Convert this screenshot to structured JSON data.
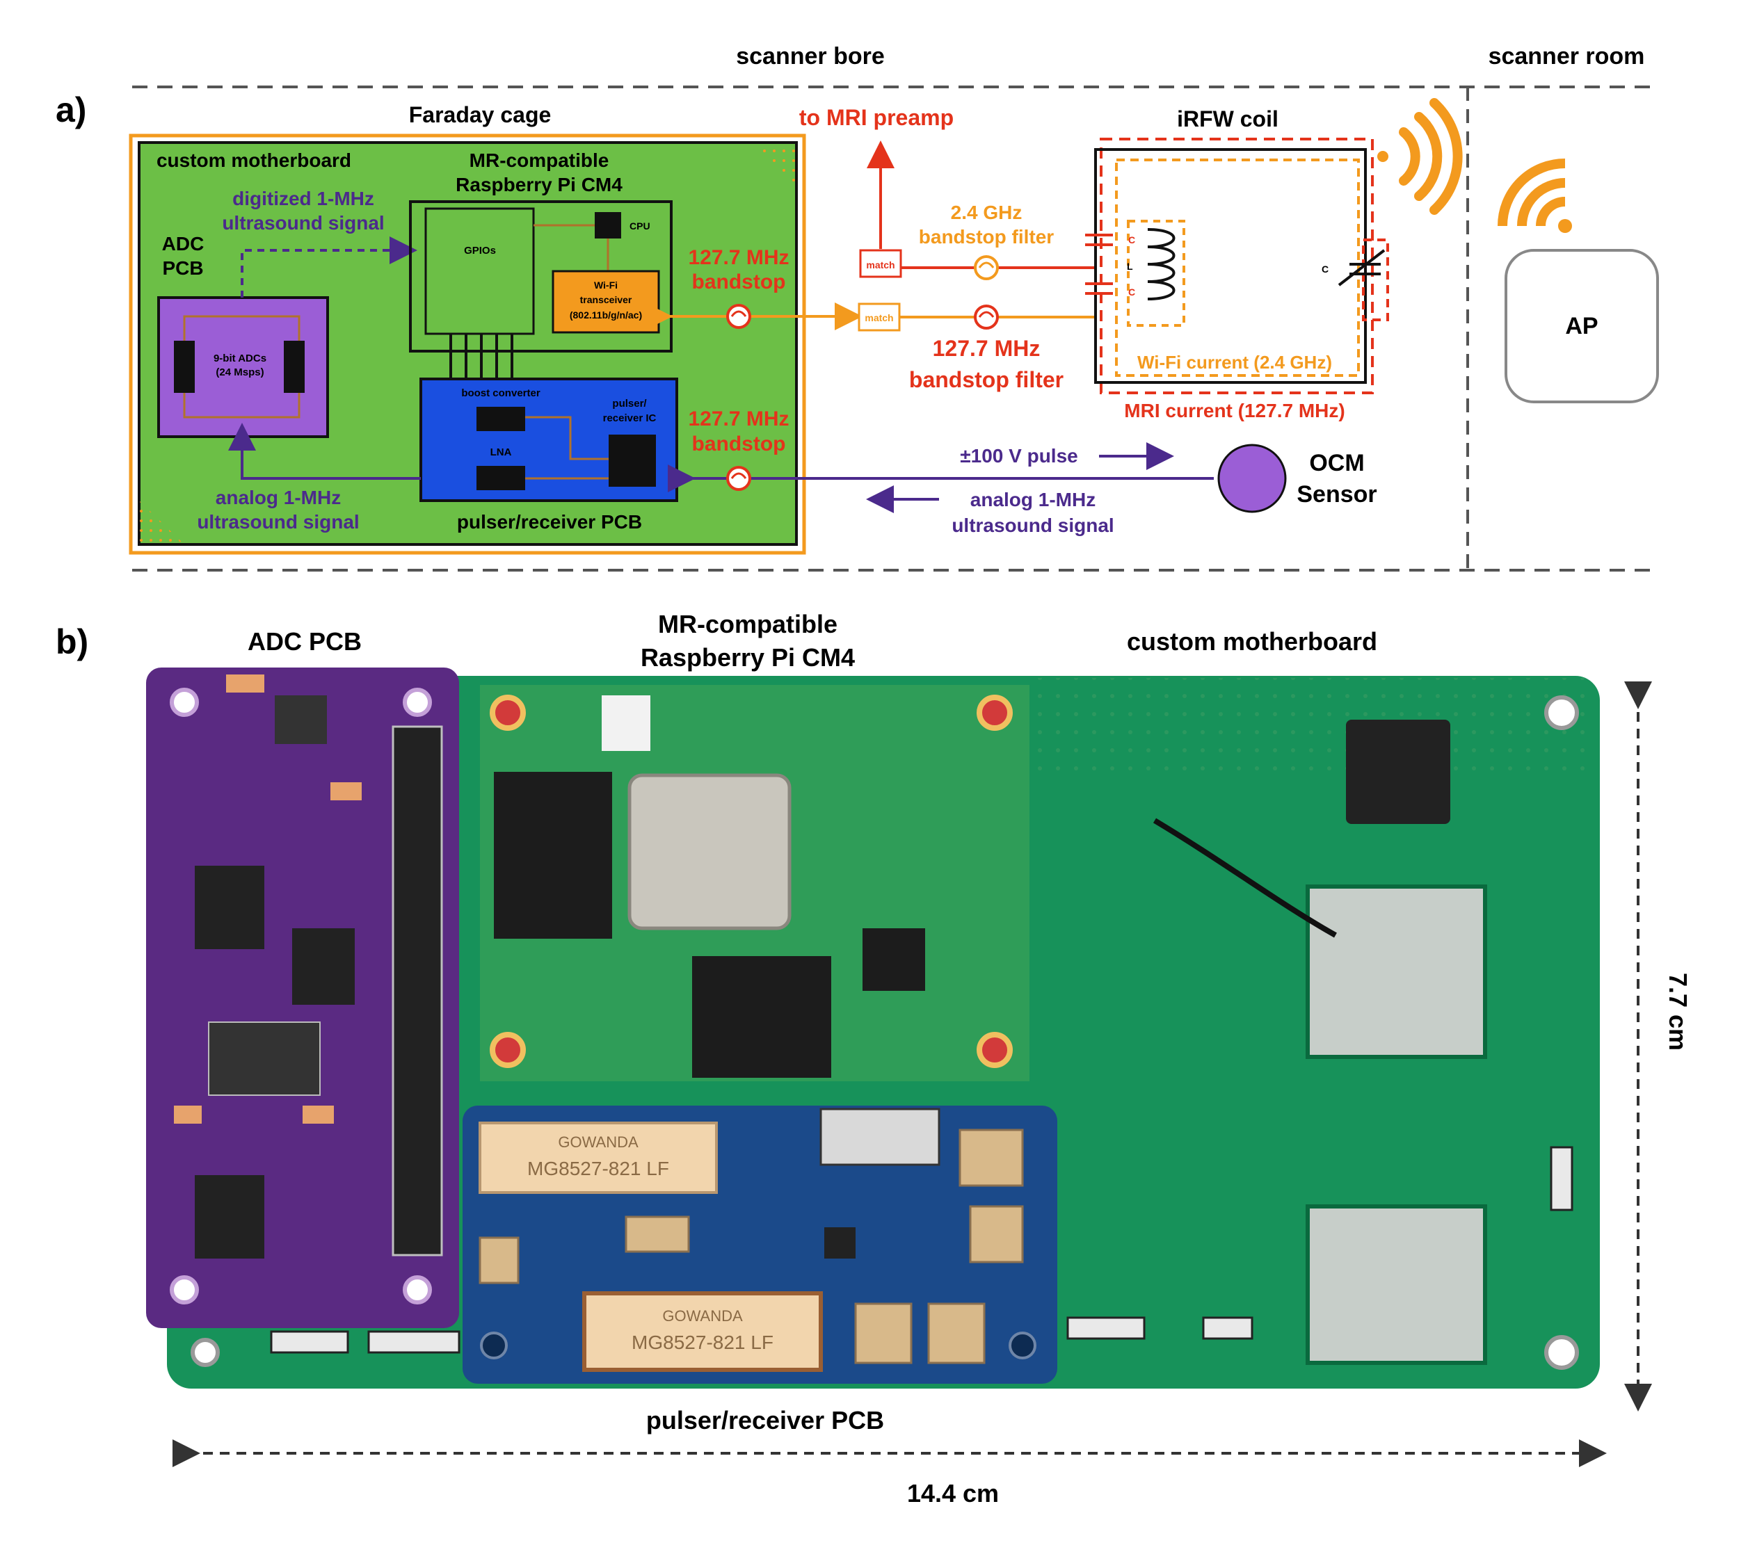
{
  "panel_a": {
    "panel_label": "a)",
    "zones": {
      "bore": "scanner bore",
      "room": "scanner room"
    },
    "faraday": {
      "title": "Faraday cage",
      "motherboard": "custom motherboard",
      "cm4_line1": "MR-compatible",
      "cm4_line2": "Raspberry Pi CM4",
      "digitized_line1": "digitized 1-MHz",
      "digitized_line2": "ultrasound signal",
      "adc_line1": "ADC",
      "adc_line2": "PCB",
      "adc_chip_line1": "9-bit ADCs",
      "adc_chip_line2": "(24 Msps)",
      "gpios": "GPIOs",
      "cpu": "CPU",
      "wifi_line1": "Wi-Fi",
      "wifi_line2": "transceiver",
      "wifi_line3": "(802.11b/g/n/ac)",
      "boost": "boost converter",
      "pulser_ic_line1": "pulser/",
      "pulser_ic_line2": "receiver IC",
      "lna": "LNA",
      "pulser_pcb": "pulser/receiver PCB",
      "analog_line1": "analog 1-MHz",
      "analog_line2": "ultrasound signal"
    },
    "rf": {
      "to_preamp": "to MRI preamp",
      "bandstop_ghz_line1": "2.4 GHz",
      "bandstop_ghz_line2": "bandstop filter",
      "bandstop_mhz_short_line1": "127.7 MHz",
      "bandstop_mhz_short_line2": "bandstop",
      "bandstop_mhz_long_line1": "127.7 MHz",
      "bandstop_mhz_long_line2": "bandstop filter",
      "match1": "match",
      "match2": "match",
      "bandstop_mhz_lower_line1": "127.7 MHz",
      "bandstop_mhz_lower_line2": "bandstop"
    },
    "coil": {
      "title": "iRFW coil",
      "cap": "C",
      "ind": "L",
      "wifi_current": "Wi-Fi current (2.4 GHz)",
      "mri_current": "MRI current (127.7 MHz)"
    },
    "ocm": {
      "pulse": "±100 V pulse",
      "analog_line1": "analog 1-MHz",
      "analog_line2": "ultrasound signal",
      "sensor_line1": "OCM",
      "sensor_line2": "Sensor"
    },
    "ap": "AP",
    "colors": {
      "orange": "#f39a1e",
      "red": "#e4331b",
      "purple": "#4b2a8c",
      "green": "#6cbf46",
      "blue": "#1a4fe0",
      "violet": "#9b5ed6",
      "brown": "#b0722b"
    }
  },
  "panel_b": {
    "panel_label": "b)",
    "adc": "ADC PCB",
    "cm4_line1": "MR-compatible",
    "cm4_line2": "Raspberry Pi CM4",
    "motherboard": "custom motherboard",
    "pulser": "pulser/receiver PCB",
    "width": "14.4 cm",
    "height": "7.7 cm",
    "relay_label_1": "MG8527-821 LF",
    "relay_label_2": "MG8527-821 LF",
    "relay_brand_1": "GOWANDA",
    "relay_brand_2": "GOWANDA"
  }
}
